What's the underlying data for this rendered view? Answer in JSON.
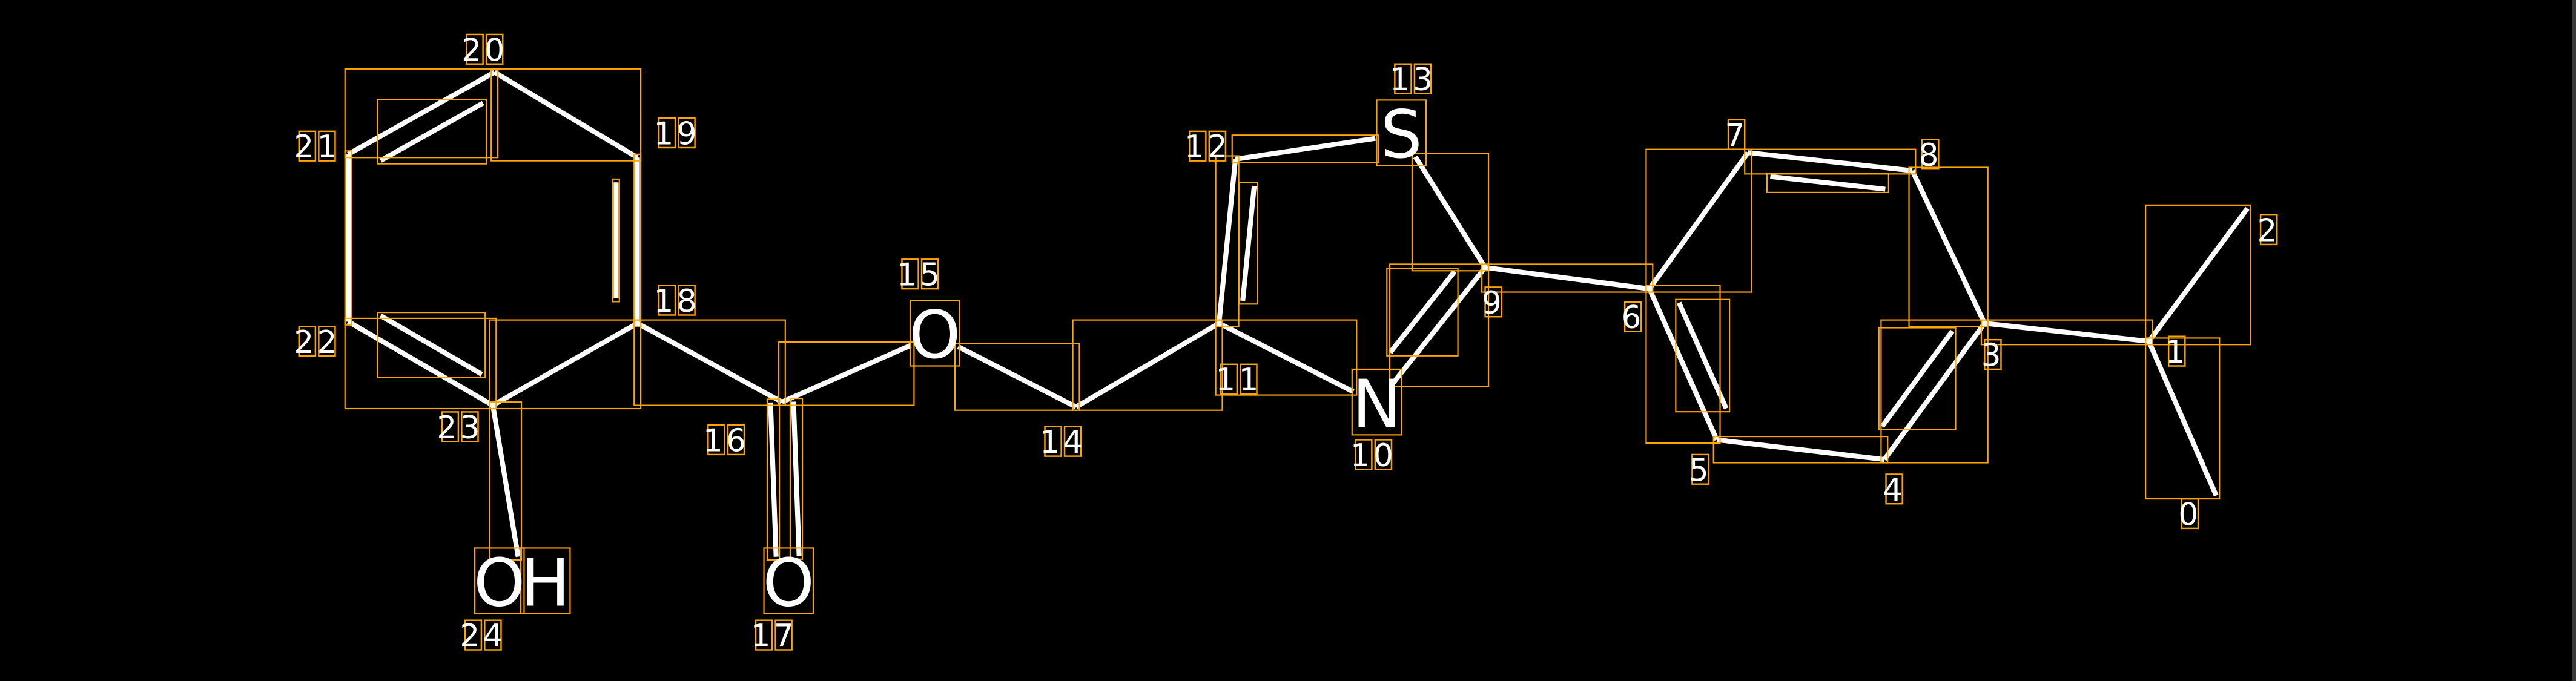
{
  "molecule": {
    "atoms": [
      {
        "index": "0",
        "symbol": ""
      },
      {
        "index": "1",
        "symbol": ""
      },
      {
        "index": "2",
        "symbol": ""
      },
      {
        "index": "3",
        "symbol": ""
      },
      {
        "index": "4",
        "symbol": ""
      },
      {
        "index": "5",
        "symbol": ""
      },
      {
        "index": "6",
        "symbol": ""
      },
      {
        "index": "7",
        "symbol": ""
      },
      {
        "index": "8",
        "symbol": ""
      },
      {
        "index": "9",
        "symbol": ""
      },
      {
        "index": "10",
        "symbol": "N"
      },
      {
        "index": "11",
        "symbol": ""
      },
      {
        "index": "12",
        "symbol": ""
      },
      {
        "index": "13",
        "symbol": "S"
      },
      {
        "index": "14",
        "symbol": ""
      },
      {
        "index": "15",
        "symbol": "O"
      },
      {
        "index": "16",
        "symbol": ""
      },
      {
        "index": "17",
        "symbol": "O"
      },
      {
        "index": "18",
        "symbol": ""
      },
      {
        "index": "19",
        "symbol": ""
      },
      {
        "index": "20",
        "symbol": ""
      },
      {
        "index": "21",
        "symbol": ""
      },
      {
        "index": "22",
        "symbol": ""
      },
      {
        "index": "23",
        "symbol": ""
      },
      {
        "index": "24",
        "symbol": "OH"
      }
    ],
    "bonds": [
      [
        0,
        1,
        1
      ],
      [
        1,
        2,
        1
      ],
      [
        1,
        3,
        1
      ],
      [
        3,
        4,
        2
      ],
      [
        4,
        5,
        1
      ],
      [
        5,
        6,
        2
      ],
      [
        6,
        7,
        1
      ],
      [
        7,
        8,
        2
      ],
      [
        8,
        3,
        1
      ],
      [
        6,
        9,
        1
      ],
      [
        9,
        13,
        1
      ],
      [
        9,
        10,
        2
      ],
      [
        10,
        11,
        1
      ],
      [
        11,
        12,
        2
      ],
      [
        12,
        13,
        1
      ],
      [
        11,
        14,
        1
      ],
      [
        14,
        15,
        1
      ],
      [
        15,
        16,
        1
      ],
      [
        16,
        17,
        2
      ],
      [
        16,
        18,
        1
      ],
      [
        18,
        19,
        2
      ],
      [
        19,
        20,
        1
      ],
      [
        20,
        21,
        2
      ],
      [
        21,
        22,
        1
      ],
      [
        22,
        23,
        2
      ],
      [
        23,
        18,
        1
      ],
      [
        23,
        24,
        1
      ]
    ]
  },
  "colors": {
    "background": "#000000",
    "bond": "#ffffff",
    "box": "#ffa500",
    "text": "#ffffff"
  }
}
